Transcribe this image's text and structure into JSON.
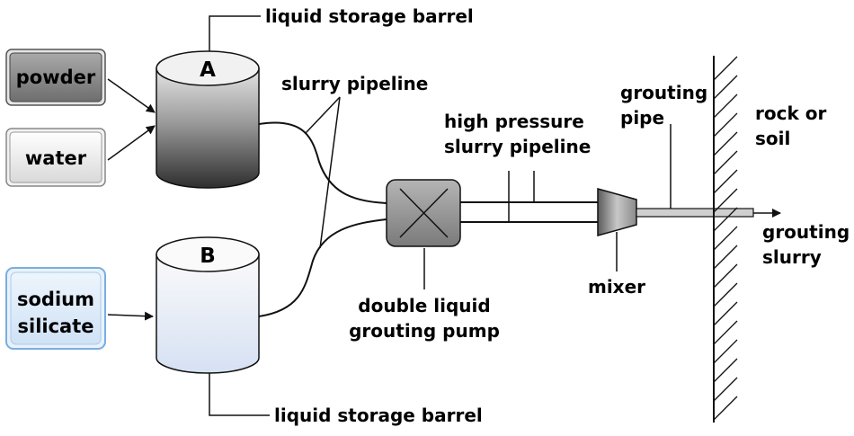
{
  "inputs": {
    "powder": "powder",
    "water": "water",
    "sodium_silicate": [
      "sodium",
      "silicate"
    ]
  },
  "barrels": {
    "a": {
      "letter": "A",
      "label": "liquid storage barrel"
    },
    "b": {
      "letter": "B",
      "label": "liquid storage barrel"
    }
  },
  "labels": {
    "slurry_pipeline": "slurry pipeline",
    "high_pressure_pipeline": [
      "high pressure",
      "slurry pipeline"
    ],
    "pump": [
      "double liquid",
      "grouting pump"
    ],
    "mixer": "mixer",
    "grouting_pipe": [
      "grouting",
      "pipe"
    ],
    "rock_or_soil": [
      "rock or",
      "soil"
    ],
    "grouting_slurry": [
      "grouting",
      "slurry"
    ]
  },
  "colors": {
    "stroke": "#111111",
    "powder_fill_dark": "#6e6e6e",
    "water_fill": "#e6e6e6",
    "silicate_fill": "#dceaf8",
    "silicate_border": "#7aaee0",
    "barrel_a_dark": "#3a3a3a",
    "barrel_b_light": "#dde6f4",
    "pump_fill": "#9a9a9a",
    "mixer_fill": "#8a8a8a"
  }
}
